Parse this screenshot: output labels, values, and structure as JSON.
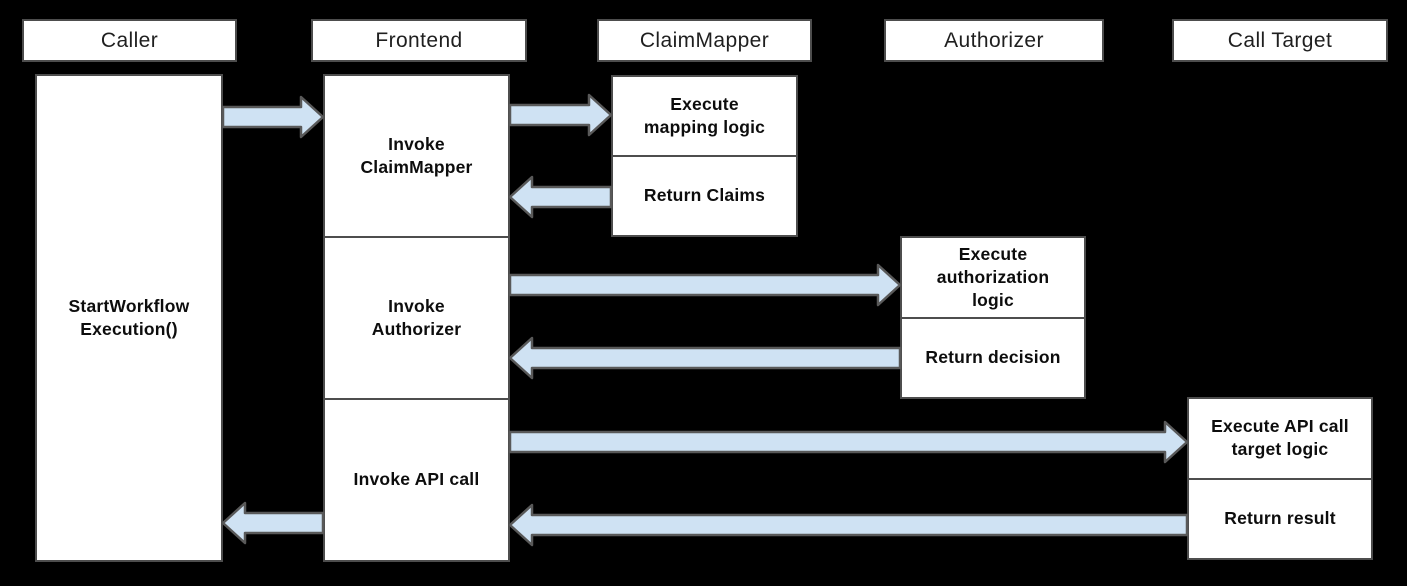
{
  "colors": {
    "background": "#000000",
    "box_fill": "#ffffff",
    "box_border": "#4d4d4d",
    "arrow_fill": "#cfe2f3",
    "arrow_stroke": "#595959",
    "header_text": "#1f1f1f",
    "body_text": "#0d0d0d"
  },
  "lifelines": [
    {
      "id": "caller",
      "header": "Caller",
      "boxes": [
        {
          "label": "StartWorkflow\nExecution()"
        }
      ]
    },
    {
      "id": "frontend",
      "header": "Frontend",
      "boxes": [
        {
          "label": "Invoke\nClaimMapper"
        },
        {
          "label": "Invoke\nAuthorizer"
        },
        {
          "label": "Invoke API call"
        }
      ]
    },
    {
      "id": "claim-mapper",
      "header": "ClaimMapper",
      "boxes": [
        {
          "label": "Execute\nmapping logic"
        },
        {
          "label": "Return Claims"
        }
      ]
    },
    {
      "id": "authorizer",
      "header": "Authorizer",
      "boxes": [
        {
          "label": "Execute\nauthorization\nlogic"
        },
        {
          "label": "Return decision"
        }
      ]
    },
    {
      "id": "call-target",
      "header": "Call Target",
      "boxes": [
        {
          "label": "Execute API call\ntarget logic"
        },
        {
          "label": "Return result"
        }
      ]
    }
  ],
  "arrows": [
    {
      "name": "caller-to-frontend",
      "from": "Caller",
      "to": "Frontend",
      "direction": "right"
    },
    {
      "name": "frontend-to-claimmapper",
      "from": "Frontend",
      "to": "ClaimMapper",
      "direction": "right"
    },
    {
      "name": "claimmapper-to-frontend",
      "from": "ClaimMapper",
      "to": "Frontend",
      "direction": "left"
    },
    {
      "name": "frontend-to-authorizer",
      "from": "Frontend",
      "to": "Authorizer",
      "direction": "right"
    },
    {
      "name": "authorizer-to-frontend",
      "from": "Authorizer",
      "to": "Frontend",
      "direction": "left"
    },
    {
      "name": "frontend-to-calltarget",
      "from": "Frontend",
      "to": "Call Target",
      "direction": "right"
    },
    {
      "name": "calltarget-to-frontend",
      "from": "Call Target",
      "to": "Frontend",
      "direction": "left"
    },
    {
      "name": "frontend-to-caller",
      "from": "Frontend",
      "to": "Caller",
      "direction": "left"
    }
  ]
}
